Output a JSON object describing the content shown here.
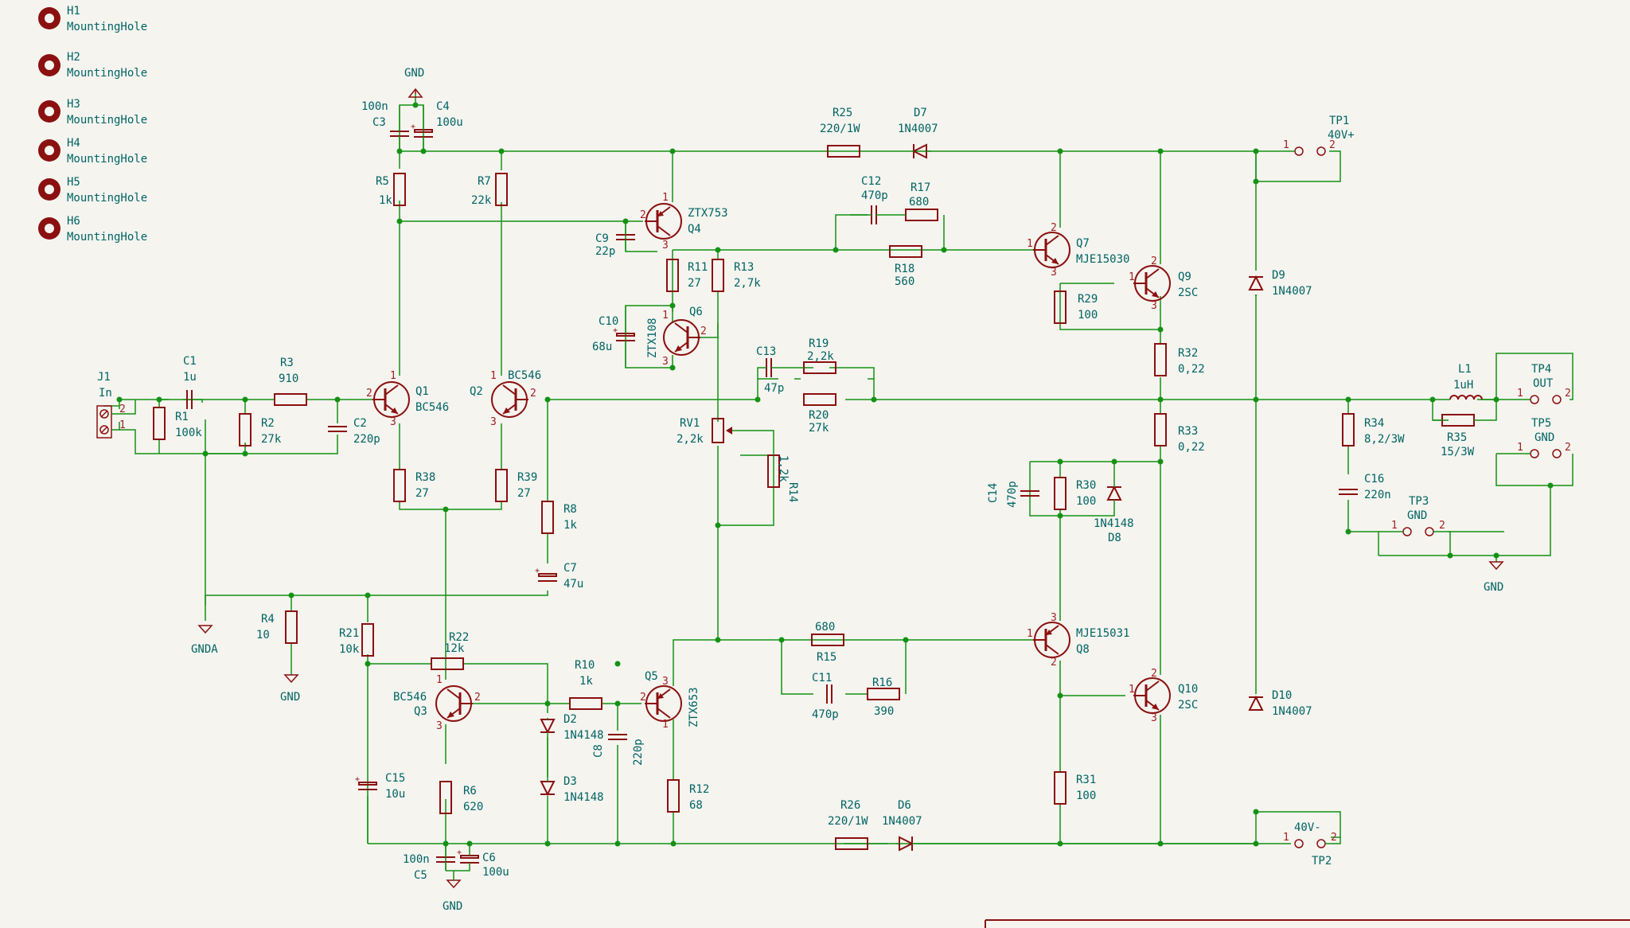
{
  "colors": {
    "background": "#f5f4ef",
    "wire": "#149214",
    "component": "#8b1010",
    "text": "#006464",
    "pin": "#a02222"
  },
  "mounting_holes": [
    {
      "ref": "H1",
      "value": "MountingHole"
    },
    {
      "ref": "H2",
      "value": "MountingHole"
    },
    {
      "ref": "H3",
      "value": "MountingHole"
    },
    {
      "ref": "H4",
      "value": "MountingHole"
    },
    {
      "ref": "H5",
      "value": "MountingHole"
    },
    {
      "ref": "H6",
      "value": "MountingHole"
    }
  ],
  "resistors": [
    {
      "ref": "R1",
      "value": "100k"
    },
    {
      "ref": "R2",
      "value": "27k"
    },
    {
      "ref": "R3",
      "value": "910"
    },
    {
      "ref": "R4",
      "value": "10"
    },
    {
      "ref": "R5",
      "value": "1k"
    },
    {
      "ref": "R6",
      "value": "620"
    },
    {
      "ref": "R7",
      "value": "22k"
    },
    {
      "ref": "R8",
      "value": "1k"
    },
    {
      "ref": "R10",
      "value": "1k"
    },
    {
      "ref": "R11",
      "value": "27"
    },
    {
      "ref": "R12",
      "value": "68"
    },
    {
      "ref": "R13",
      "value": "2,7k"
    },
    {
      "ref": "R14",
      "value": "1,2k"
    },
    {
      "ref": "R15",
      "value": "680"
    },
    {
      "ref": "R16",
      "value": "390"
    },
    {
      "ref": "R17",
      "value": "680"
    },
    {
      "ref": "R18",
      "value": "560"
    },
    {
      "ref": "R19",
      "value": "2,2k"
    },
    {
      "ref": "R20",
      "value": "27k"
    },
    {
      "ref": "R21",
      "value": "10k"
    },
    {
      "ref": "R22",
      "value": "12k"
    },
    {
      "ref": "R25",
      "value": "220/1W"
    },
    {
      "ref": "R26",
      "value": "220/1W"
    },
    {
      "ref": "R29",
      "value": "100"
    },
    {
      "ref": "R30",
      "value": "100"
    },
    {
      "ref": "R31",
      "value": "100"
    },
    {
      "ref": "R32",
      "value": "0,22"
    },
    {
      "ref": "R33",
      "value": "0,22"
    },
    {
      "ref": "R34",
      "value": "8,2/3W"
    },
    {
      "ref": "R35",
      "value": "15/3W"
    },
    {
      "ref": "R38",
      "value": "27"
    },
    {
      "ref": "R39",
      "value": "27"
    }
  ],
  "capacitors": [
    {
      "ref": "C1",
      "value": "1u"
    },
    {
      "ref": "C2",
      "value": "220p"
    },
    {
      "ref": "C3",
      "value": "100n"
    },
    {
      "ref": "C4",
      "value": "100u"
    },
    {
      "ref": "C5",
      "value": "100n"
    },
    {
      "ref": "C6",
      "value": "100u"
    },
    {
      "ref": "C7",
      "value": "47u"
    },
    {
      "ref": "C8",
      "value": "220p"
    },
    {
      "ref": "C9",
      "value": "22p"
    },
    {
      "ref": "C10",
      "value": "68u"
    },
    {
      "ref": "C11",
      "value": "470p"
    },
    {
      "ref": "C12",
      "value": "470p"
    },
    {
      "ref": "C13",
      "value": "47p"
    },
    {
      "ref": "C14",
      "value": "470p"
    },
    {
      "ref": "C15",
      "value": "10u"
    },
    {
      "ref": "C16",
      "value": "220n"
    }
  ],
  "transistors": [
    {
      "ref": "Q1",
      "value": "BC546"
    },
    {
      "ref": "Q2",
      "value": "BC546"
    },
    {
      "ref": "Q3",
      "value": "BC546"
    },
    {
      "ref": "Q4",
      "value": "ZTX753"
    },
    {
      "ref": "Q5",
      "value": "ZTX653"
    },
    {
      "ref": "Q6",
      "value": "ZTX108"
    },
    {
      "ref": "Q7",
      "value": "MJE15030"
    },
    {
      "ref": "Q8",
      "value": "MJE15031"
    },
    {
      "ref": "Q9",
      "value": "2SC"
    },
    {
      "ref": "Q10",
      "value": "2SC"
    }
  ],
  "diodes": [
    {
      "ref": "D2",
      "value": "1N4148"
    },
    {
      "ref": "D3",
      "value": "1N4148"
    },
    {
      "ref": "D6",
      "value": "1N4007"
    },
    {
      "ref": "D7",
      "value": "1N4007"
    },
    {
      "ref": "D8",
      "value": "1N4148"
    },
    {
      "ref": "D9",
      "value": "1N4007"
    },
    {
      "ref": "D10",
      "value": "1N4007"
    }
  ],
  "others": {
    "RV1": {
      "ref": "RV1",
      "value": "2,2k"
    },
    "L1": {
      "ref": "L1",
      "value": "1uH"
    },
    "J1": {
      "ref": "J1",
      "value": "In"
    },
    "TP1": {
      "ref": "TP1",
      "value": "40V+"
    },
    "TP2": {
      "ref": "TP2",
      "value": "40V-"
    },
    "TP3": {
      "ref": "TP3",
      "value": "GND"
    },
    "TP4": {
      "ref": "TP4",
      "value": "OUT"
    },
    "TP5": {
      "ref": "TP5",
      "value": "GND"
    }
  },
  "power": {
    "gnd": "GND",
    "gnda": "GNDA"
  },
  "pins": {
    "p1": "1",
    "p2": "2",
    "p3": "3"
  }
}
